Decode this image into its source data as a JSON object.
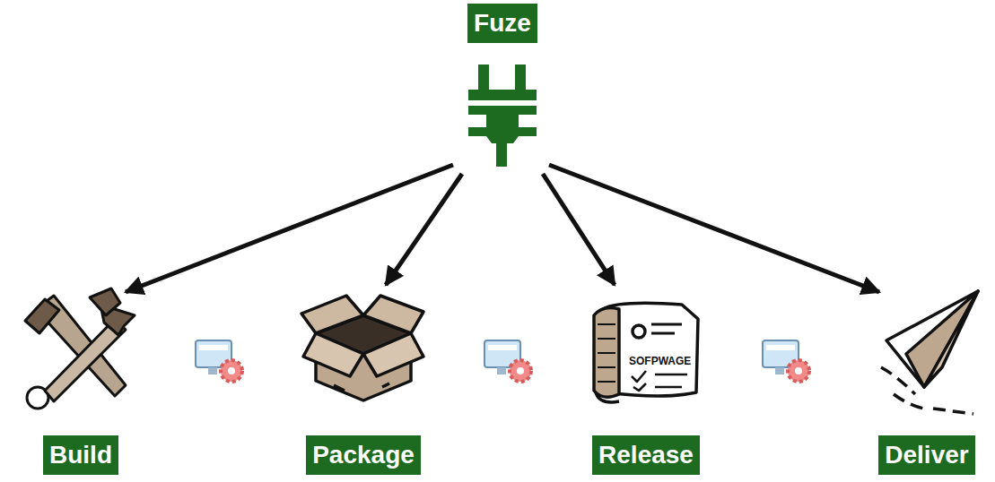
{
  "diagram": {
    "nodes": [
      {
        "text": [
          "Fuze"
        ]
      },
      {
        "text": [
          "Build"
        ]
      },
      {
        "text": [
          "Package"
        ]
      },
      {
        "text": [
          "Release"
        ]
      },
      {
        "text": [
          "Deliver"
        ]
      }
    ],
    "edges": [
      {
        "from": 0,
        "to": 1,
        "arrow": "to"
      },
      {
        "from": 0,
        "to": 2,
        "arrow": "to"
      },
      {
        "from": 0,
        "to": 3,
        "arrow": "to"
      },
      {
        "from": 0,
        "to": 4,
        "arrow": "to"
      }
    ],
    "labels": [
      "SOFPWAGE"
    ]
  }
}
